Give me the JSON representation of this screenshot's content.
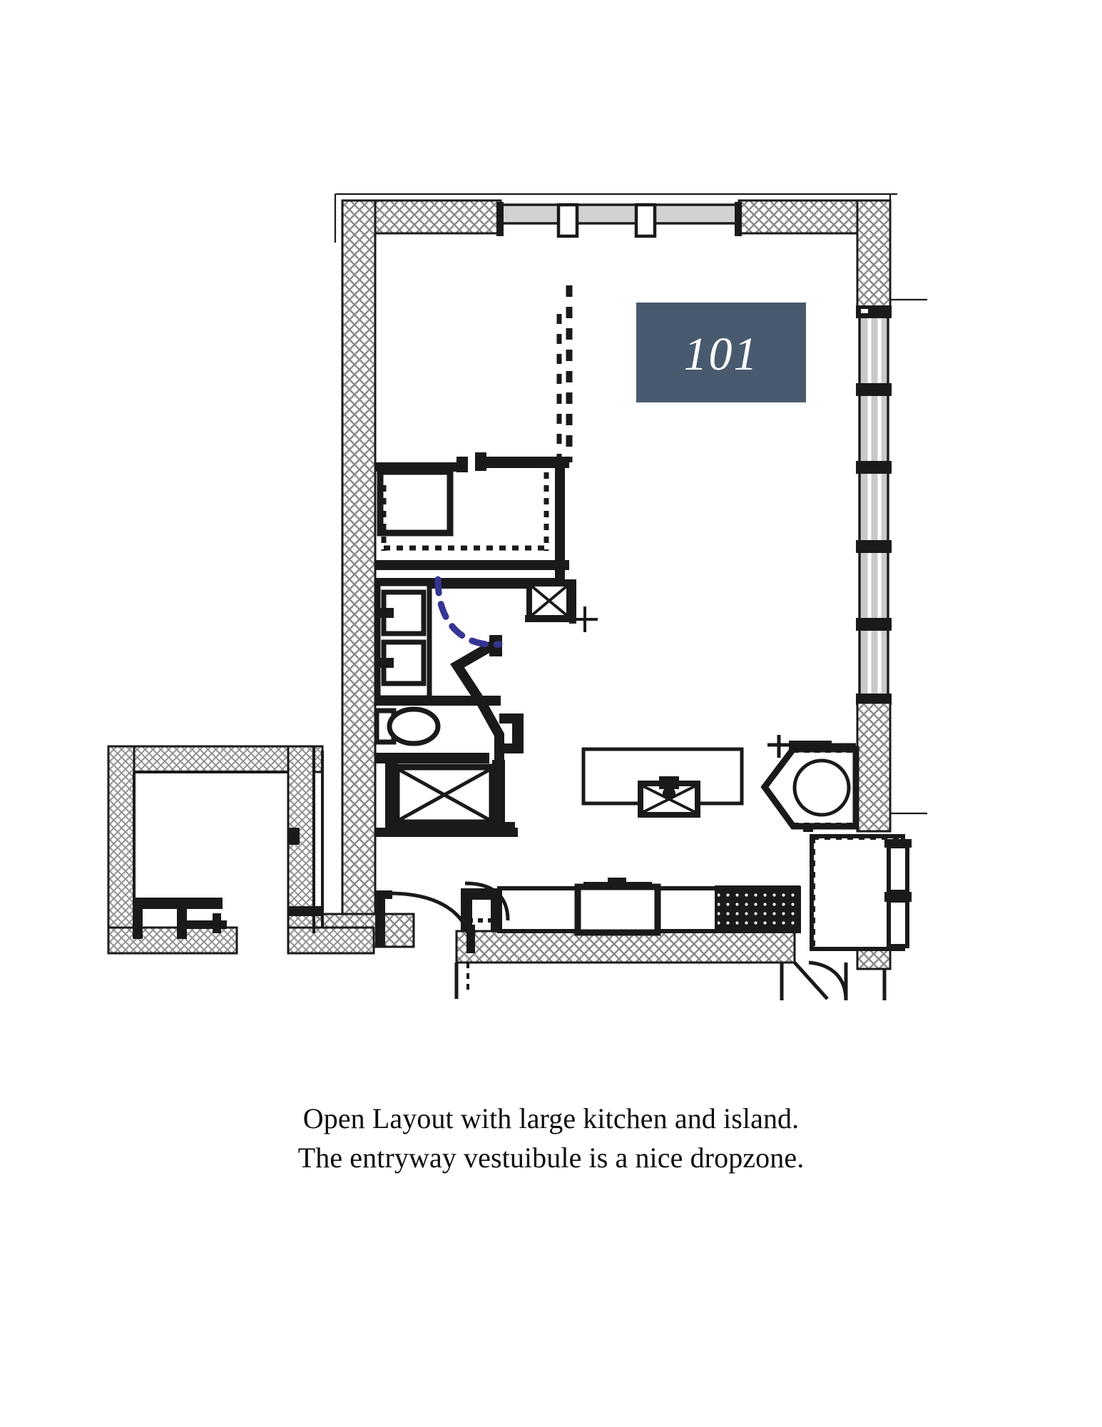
{
  "document": {
    "type": "architectural-floor-plan",
    "unit_label": "101"
  },
  "unit_badge": {
    "number": "101",
    "background_color": "#4a5a6e",
    "text_color": "#ffffff"
  },
  "caption": {
    "line1": "Open Layout with large kitchen and island.",
    "line2": "The entryway vestuibule is a nice dropzone.",
    "color": "#0d0d0d"
  },
  "colors": {
    "wall_line": "#1a1a1a",
    "wall_hatch": "#7d7d7d",
    "wall_fill": "#ffffff",
    "fixture_line": "#1a1a1a",
    "door_swing": "#2b2b2b",
    "blue_swing": "#353593",
    "window_glass": "#c9c9c9",
    "paper": "#ffffff"
  },
  "plan_elements": {
    "exterior_walls": "hatched perimeter walls",
    "top_windows": "window band with two mullions on north wall",
    "right_windows": "tall window band with five mullions on east wall",
    "closet": "walk-in closet with shelving, dashed shelf lines",
    "bathroom": "two vanity sinks, toilet, shower/tub with X",
    "laundry": "stacked washer-dryer closet marked with X",
    "kitchen_island": "rectangular island with sink",
    "kitchen_counter": "base cabinet run with sink and range",
    "dining_nook": "angled alcove with round table",
    "entry_vestibule": "entry vestibule dropzone with door",
    "patio": "adjacent hatched-wall room at lower left"
  }
}
